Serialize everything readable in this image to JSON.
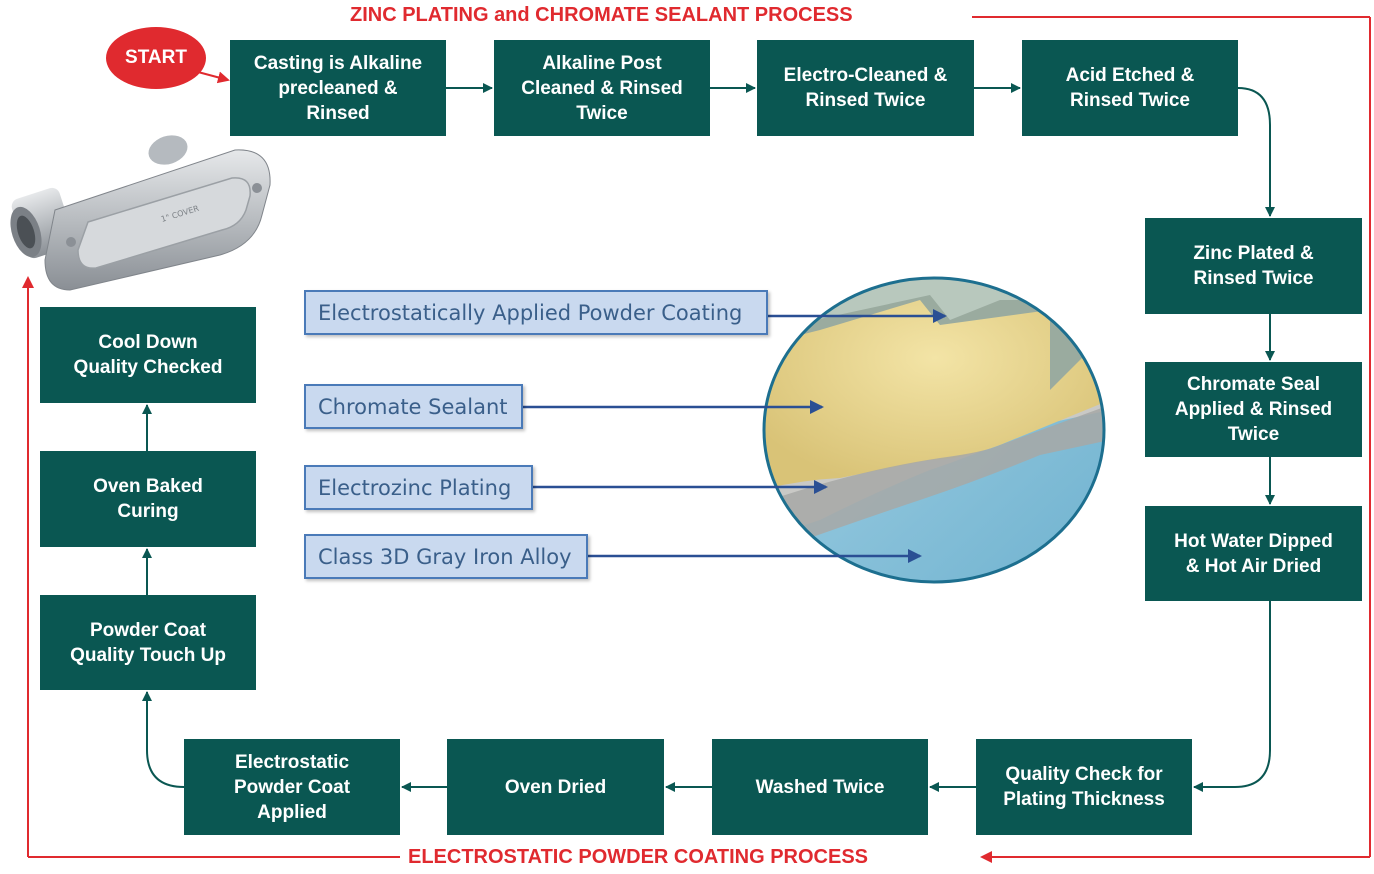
{
  "top_title": "ZINC PLATING and CHROMATE SEALANT PROCESS",
  "bottom_title": "ELECTROSTATIC POWDER COATING PROCESS",
  "start_label": "START",
  "steps": {
    "s1": "Casting is Alkaline\nprecleaned &\nRinsed",
    "s2": "Alkaline Post\nCleaned & Rinsed\nTwice",
    "s3": "Electro-Cleaned &\nRinsed Twice",
    "s4": "Acid Etched &\nRinsed Twice",
    "s5": "Zinc Plated &\nRinsed Twice",
    "s6": "Chromate Seal\nApplied & Rinsed\nTwice",
    "s7": "Hot Water Dipped\n& Hot Air Dried",
    "s8": "Quality Check for\nPlating Thickness",
    "s9": "Washed Twice",
    "s10": "Oven Dried",
    "s11": "Electrostatic\nPowder Coat\nApplied",
    "s12": "Powder Coat\nQuality Touch Up",
    "s13": "Oven Baked\nCuring",
    "s14": "Cool Down\nQuality Checked"
  },
  "layers": {
    "l1": "Electrostatically Applied Powder Coating",
    "l2": "Chromate Sealant",
    "l3": "Electrozinc Plating",
    "l4": "Class 3D Gray Iron Alloy"
  },
  "product_cover_text": "1\" COVER",
  "colors": {
    "box": "#0a5752",
    "accent_red": "#e02a2f",
    "layer_arrow": "#2a4f94"
  }
}
